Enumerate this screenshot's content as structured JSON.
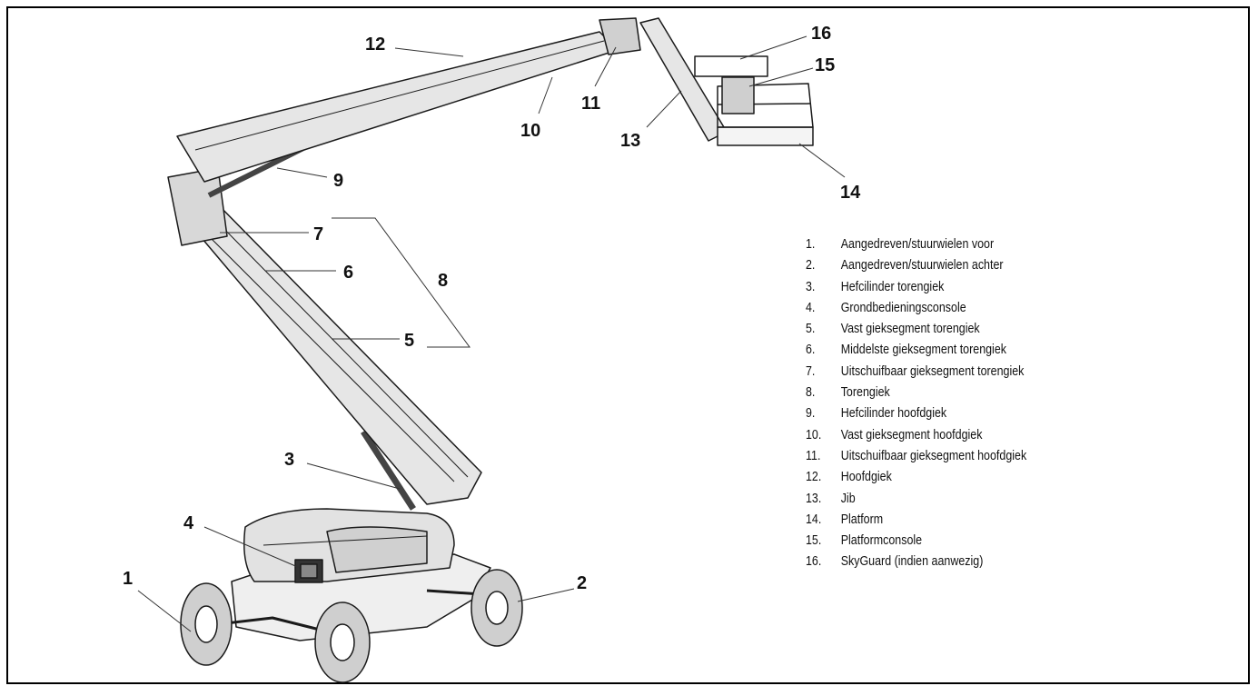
{
  "figure": {
    "callouts": [
      "1",
      "2",
      "3",
      "4",
      "5",
      "6",
      "7",
      "8",
      "9",
      "10",
      "11",
      "12",
      "13",
      "14",
      "15",
      "16"
    ],
    "legend": [
      {
        "num": "1.",
        "text": "Aangedreven/stuurwielen voor"
      },
      {
        "num": "2.",
        "text": "Aangedreven/stuurwielen achter"
      },
      {
        "num": "3.",
        "text": "Hefcilinder torengiek"
      },
      {
        "num": "4.",
        "text": "Grondbedieningsconsole"
      },
      {
        "num": "5.",
        "text": "Vast gieksegment torengiek"
      },
      {
        "num": "6.",
        "text": "Middelste gieksegment torengiek"
      },
      {
        "num": "7.",
        "text": "Uitschuifbaar gieksegment torengiek"
      },
      {
        "num": "8.",
        "text": "Torengiek"
      },
      {
        "num": "9.",
        "text": "Hefcilinder hoofdgiek"
      },
      {
        "num": "10.",
        "text": "Vast gieksegment hoofdgiek"
      },
      {
        "num": "11.",
        "text": "Uitschuifbaar gieksegment hoofdgiek"
      },
      {
        "num": "12.",
        "text": "Hoofdgiek"
      },
      {
        "num": "13.",
        "text": "Jib"
      },
      {
        "num": "14.",
        "text": "Platform"
      },
      {
        "num": "15.",
        "text": "Platformconsole"
      },
      {
        "num": "16.",
        "text": "SkyGuard (indien aanwezig)"
      }
    ]
  }
}
